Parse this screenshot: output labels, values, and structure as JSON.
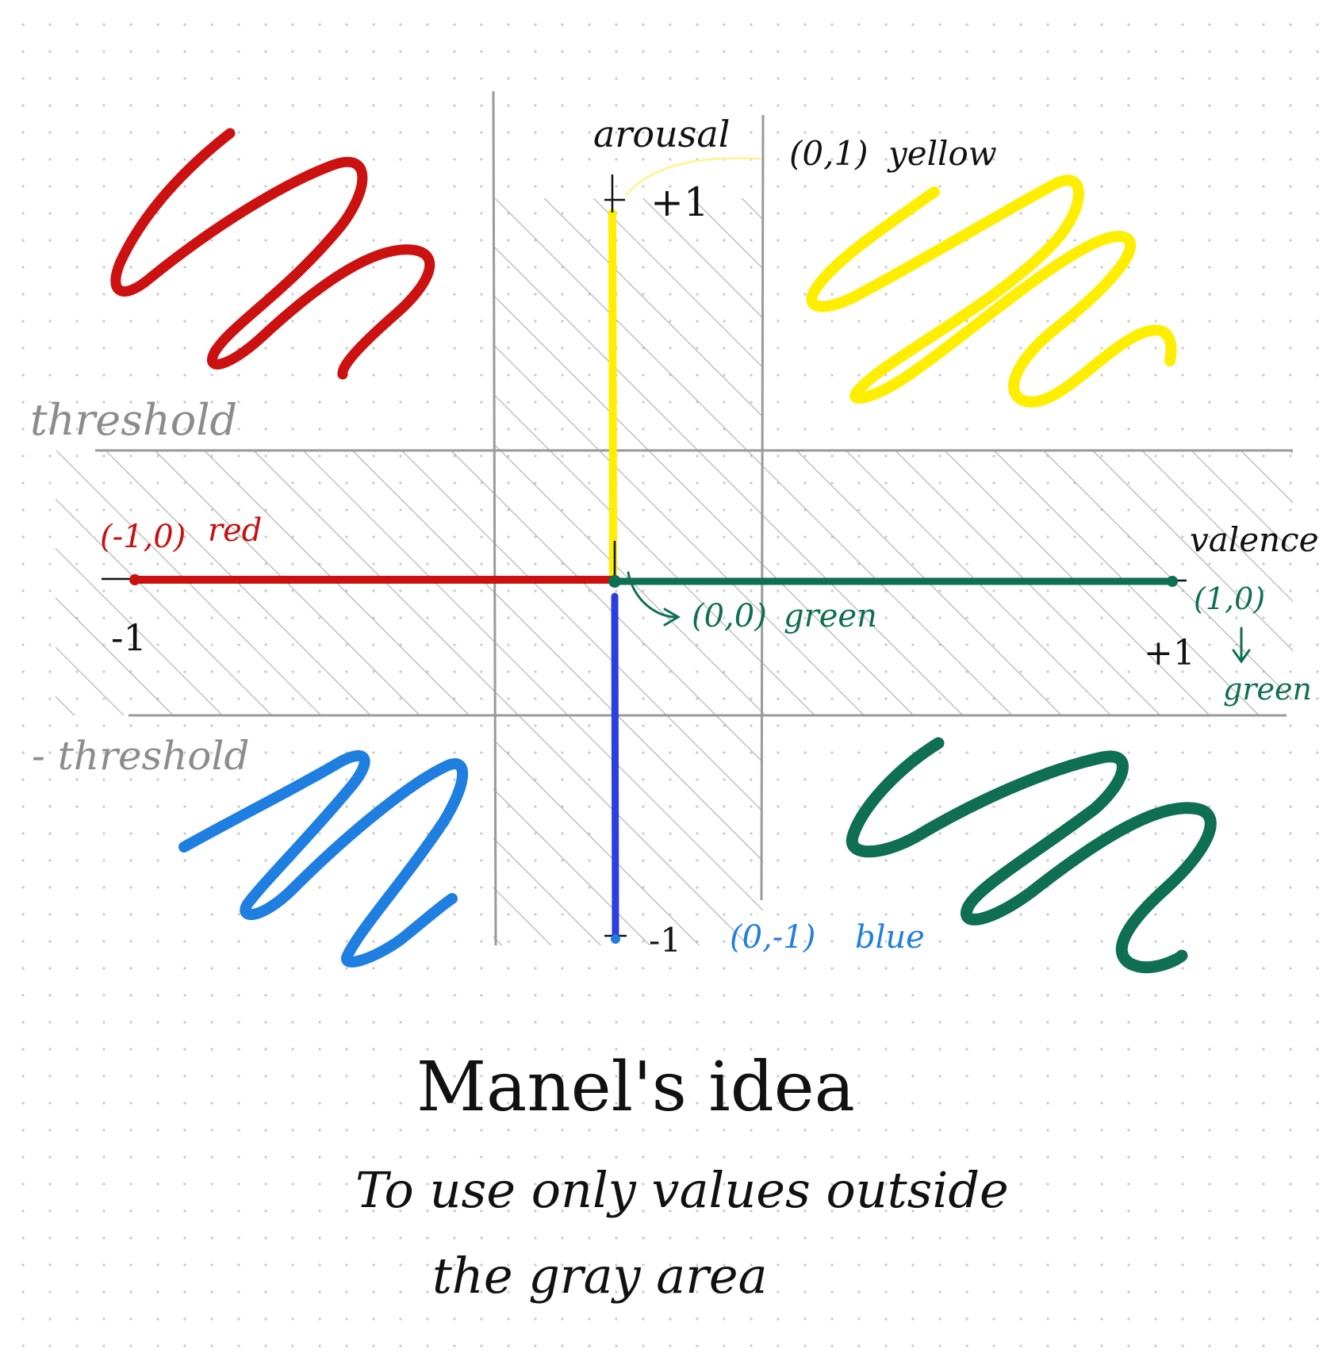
{
  "axes": {
    "x_label": "valence",
    "y_label": "arousal",
    "x_min_tick": "-1",
    "x_max_tick": "+1",
    "y_max_tick": "+1",
    "y_min_tick": "-1"
  },
  "thresholds": {
    "positive_label": "threshold",
    "negative_label": "- threshold"
  },
  "points": {
    "top": {
      "coord": "(0,1)",
      "color_name": "yellow",
      "color": "#ffee00"
    },
    "left": {
      "coord": "(-1,0)",
      "color_name": "red",
      "color": "#cc1111"
    },
    "origin": {
      "coord": "(0,0)",
      "color_name": "green",
      "color": "#0f6f52"
    },
    "right": {
      "coord": "(1,0)",
      "color_name": "green",
      "color": "#0f6f52"
    },
    "bottom": {
      "coord": "(0,-1)",
      "color_name": "blue",
      "color": "#1f7fe0"
    }
  },
  "quadrant_colors": {
    "top_left": "#cc1111",
    "top_right": "#ffee00",
    "bottom_left": "#1f7fe0",
    "bottom_right": "#0f6f52"
  },
  "gray_area_color": "#999999",
  "text": {
    "title": "Manel's idea",
    "line1": "To use only values outside",
    "line2": "the gray area"
  }
}
